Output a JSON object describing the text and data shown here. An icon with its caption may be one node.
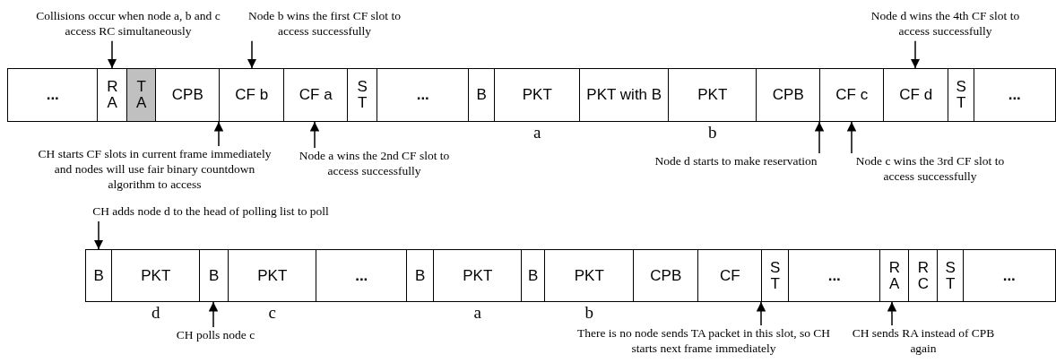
{
  "diagram": {
    "nodes": [
      {
        "text": [
          "Collisions occur when node a, b and c access RC simultaneously"
        ]
      },
      {
        "text": [
          "Node b wins the first CF slot to access successfully"
        ]
      },
      {
        "text": [
          "Node d wins the 4th CF slot to access successfully"
        ]
      },
      {
        "text": [
          "..."
        ]
      },
      {
        "text": [
          "RA"
        ]
      },
      {
        "text": [
          "TA"
        ]
      },
      {
        "text": [
          "CPB"
        ]
      },
      {
        "text": [
          "CF b"
        ]
      },
      {
        "text": [
          "CF a"
        ]
      },
      {
        "text": [
          "ST"
        ]
      },
      {
        "text": [
          "..."
        ]
      },
      {
        "text": [
          "B"
        ]
      },
      {
        "text": [
          "PKT"
        ],
        "beside": [
          "a"
        ]
      },
      {
        "text": [
          "PKT with B"
        ]
      },
      {
        "text": [
          "PKT"
        ],
        "beside": [
          "b"
        ]
      },
      {
        "text": [
          "CPB"
        ]
      },
      {
        "text": [
          "CF c"
        ]
      },
      {
        "text": [
          "CF d"
        ]
      },
      {
        "text": [
          "ST"
        ]
      },
      {
        "text": [
          "..."
        ]
      },
      {
        "text": [
          "CH starts CF slots in current frame immediately and nodes will use fair binary countdown algorithm to access"
        ]
      },
      {
        "text": [
          "Node a wins the 2nd CF slot to access successfully"
        ]
      },
      {
        "text": [
          "Node d starts to make reservation"
        ]
      },
      {
        "text": [
          "Node c wins the 3rd CF slot to access successfully"
        ]
      },
      {
        "text": [
          "CH adds node d to the head of polling list to poll"
        ]
      },
      {
        "text": [
          "B"
        ]
      },
      {
        "text": [
          "PKT"
        ],
        "beside": [
          "d"
        ]
      },
      {
        "text": [
          "B"
        ]
      },
      {
        "text": [
          "PKT"
        ],
        "beside": [
          "c"
        ]
      },
      {
        "text": [
          "..."
        ]
      },
      {
        "text": [
          "B"
        ]
      },
      {
        "text": [
          "PKT"
        ],
        "beside": [
          "a"
        ]
      },
      {
        "text": [
          "B"
        ]
      },
      {
        "text": [
          "PKT"
        ],
        "beside": [
          "b"
        ]
      },
      {
        "text": [
          "CPB"
        ]
      },
      {
        "text": [
          "CF"
        ]
      },
      {
        "text": [
          "ST"
        ]
      },
      {
        "text": [
          "..."
        ]
      },
      {
        "text": [
          "RA"
        ]
      },
      {
        "text": [
          "RC"
        ]
      },
      {
        "text": [
          "ST"
        ]
      },
      {
        "text": [
          "..."
        ]
      },
      {
        "text": [
          "CH polls node c"
        ]
      },
      {
        "text": [
          "There is no node sends TA packet in this slot, so CH starts next frame immediately"
        ]
      },
      {
        "text": [
          "CH sends RA instead of CPB again"
        ]
      }
    ],
    "edges": [
      {
        "from": 0,
        "to": 4,
        "arrow": "to"
      },
      {
        "from": 1,
        "to": 7,
        "arrow": "to"
      },
      {
        "from": 2,
        "to": 17,
        "arrow": "to"
      },
      {
        "from": 20,
        "to": 7,
        "arrow": "to"
      },
      {
        "from": 21,
        "to": 8,
        "arrow": "to"
      },
      {
        "from": 22,
        "to": 16,
        "arrow": "to"
      },
      {
        "from": 23,
        "to": 16,
        "arrow": "to"
      },
      {
        "from": 24,
        "to": 25,
        "arrow": "to"
      },
      {
        "from": 42,
        "to": 27,
        "arrow": "to"
      },
      {
        "from": 43,
        "to": 36,
        "arrow": "to"
      },
      {
        "from": 44,
        "to": 38,
        "arrow": "to"
      }
    ]
  }
}
